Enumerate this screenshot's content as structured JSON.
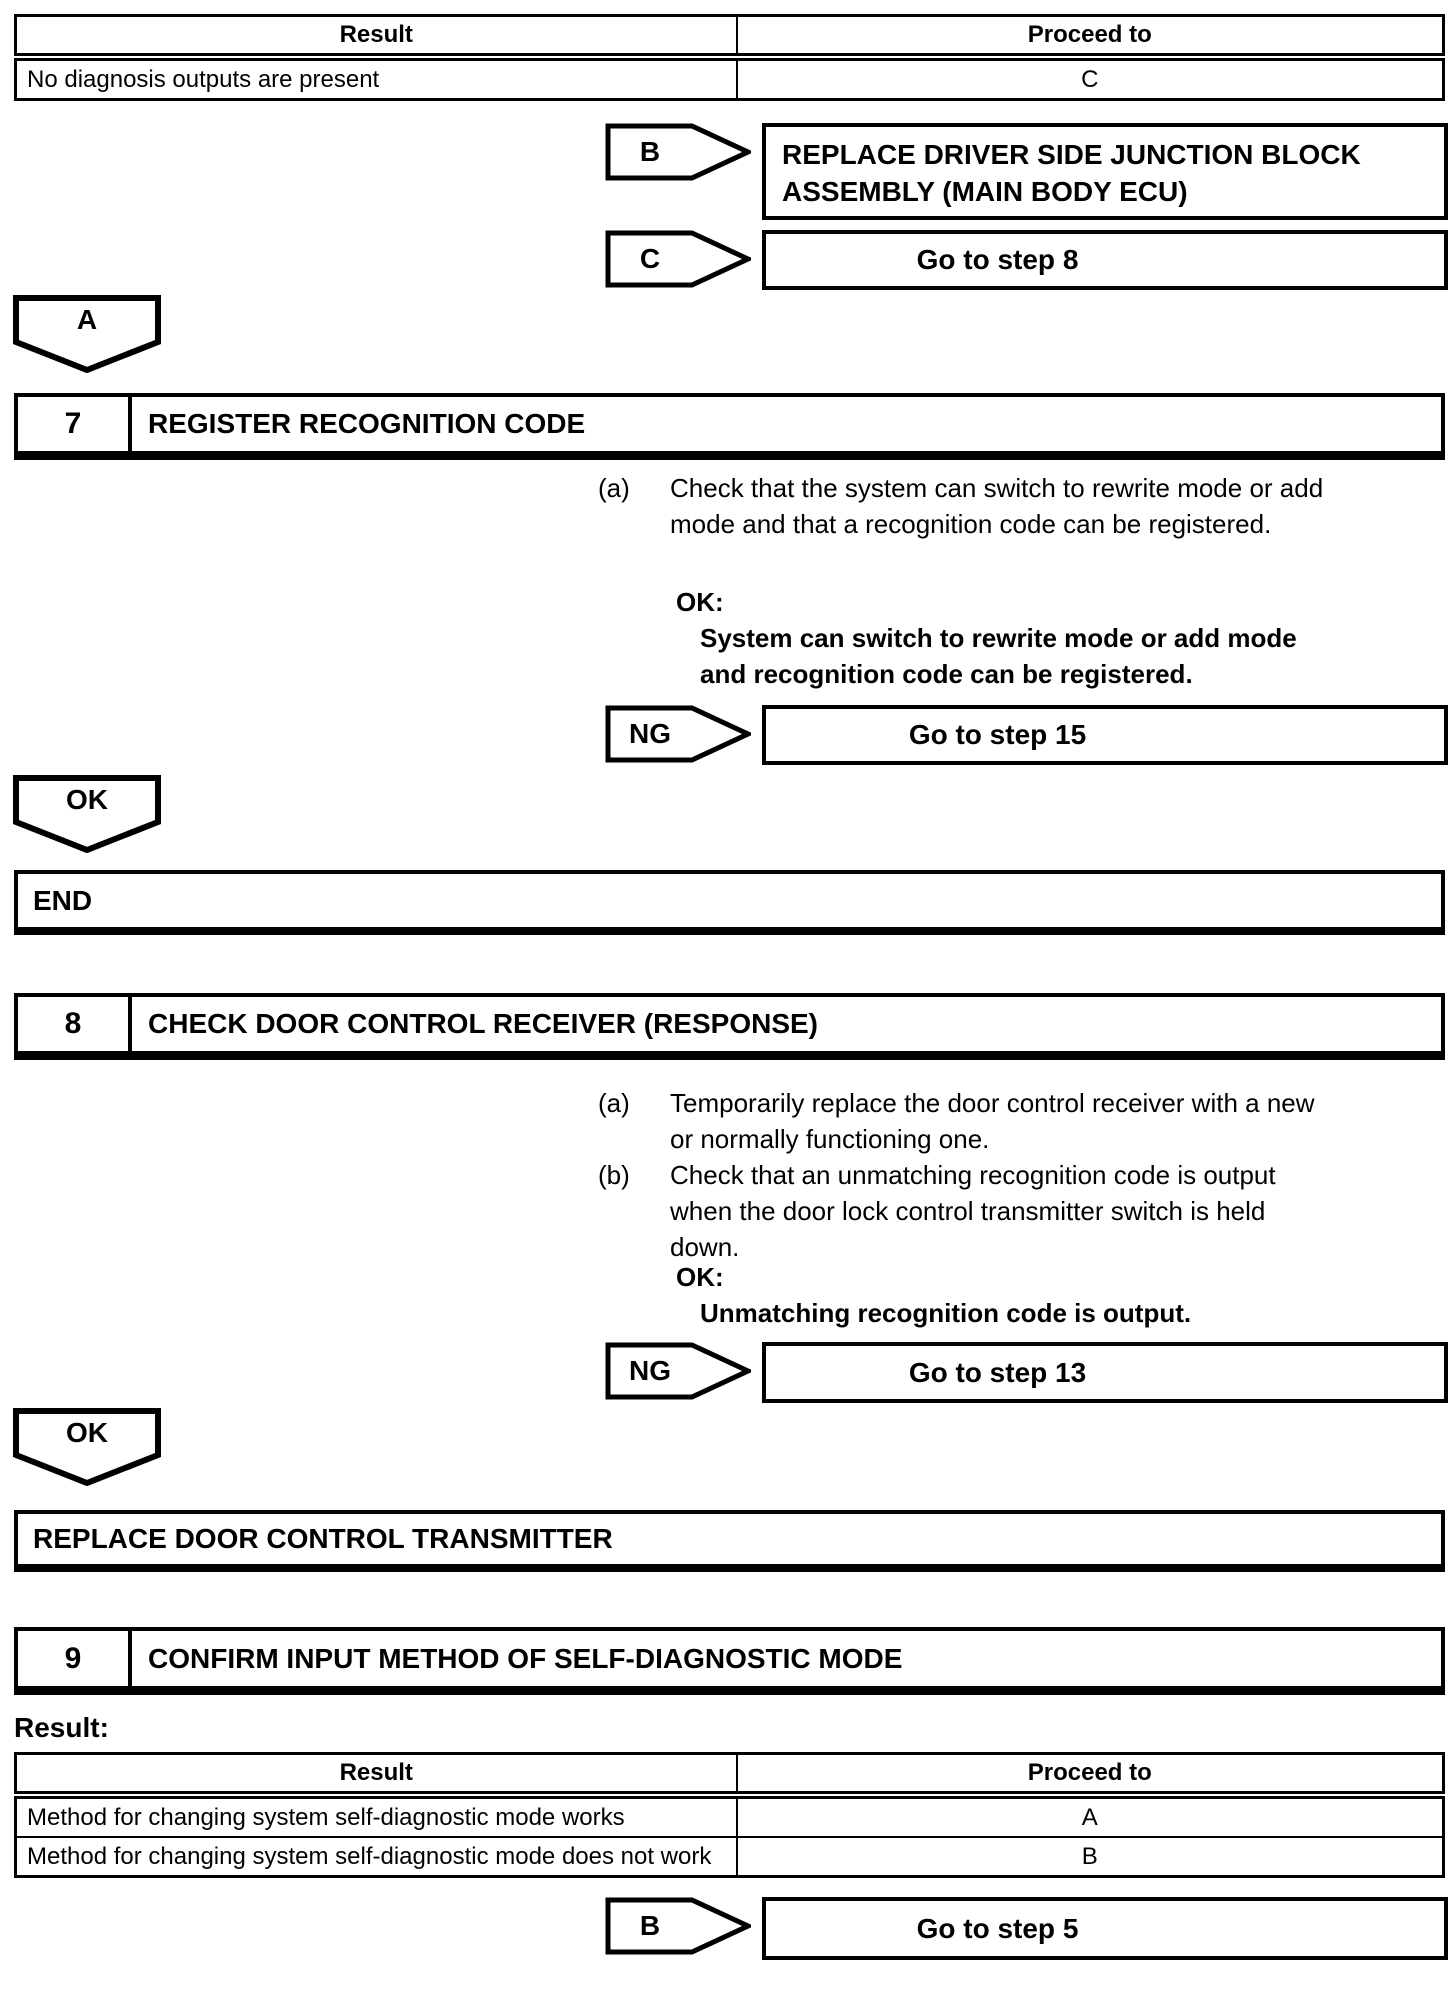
{
  "doc": {
    "tables": {
      "top": {
        "headers": [
          "Result",
          "Proceed to"
        ],
        "rows": [
          [
            "No diagnosis outputs are present",
            "C"
          ]
        ]
      },
      "step9": {
        "headers": [
          "Result",
          "Proceed to"
        ],
        "rows": [
          [
            "Method for changing system self-diagnostic mode works",
            "A"
          ],
          [
            "Method for changing system self-diagnostic mode does not work",
            "B"
          ]
        ]
      }
    },
    "branches": {
      "b_top": {
        "label": "B",
        "action": "REPLACE DRIVER SIDE JUNCTION BLOCK ASSEMBLY (MAIN BODY ECU)"
      },
      "c_top": {
        "label": "C",
        "action": "Go to step 8"
      },
      "ng_step7": {
        "label": "NG",
        "action": "Go to step 15"
      },
      "ng_step8": {
        "label": "NG",
        "action": "Go to step 13"
      },
      "b_step9": {
        "label": "B",
        "action": "Go to step 5"
      }
    },
    "connectors": {
      "a": "A",
      "ok_step7": "OK",
      "ok_step8": "OK"
    },
    "step7": {
      "number": "7",
      "title": "REGISTER RECOGNITION CODE",
      "item_a": {
        "label": "(a)",
        "lines": [
          "Check that the system can switch to rewrite mode or add",
          "mode and that a recognition code can be registered."
        ]
      },
      "ok_heading": "OK:",
      "ok_lines": [
        "System can switch to rewrite mode or add mode",
        "and recognition code can be registered."
      ]
    },
    "end_label": "END",
    "step8": {
      "number": "8",
      "title": "CHECK DOOR CONTROL RECEIVER (RESPONSE)",
      "item_a": {
        "label": "(a)",
        "lines": [
          "Temporarily replace the door control receiver with a new",
          "or normally functioning one."
        ]
      },
      "item_b": {
        "label": "(b)",
        "lines": [
          "Check that an unmatching recognition code is output",
          "when the door lock control transmitter switch is held",
          "down."
        ]
      },
      "ok_heading": "OK:",
      "ok_lines": [
        "Unmatching recognition code is output."
      ]
    },
    "replace_transmitter_label": "REPLACE DOOR CONTROL TRANSMITTER",
    "step9": {
      "number": "9",
      "title": "CONFIRM INPUT METHOD OF SELF-DIAGNOSTIC MODE",
      "result_label": "Result:"
    },
    "colors": {
      "ink": "#000000",
      "paper": "#ffffff"
    }
  }
}
